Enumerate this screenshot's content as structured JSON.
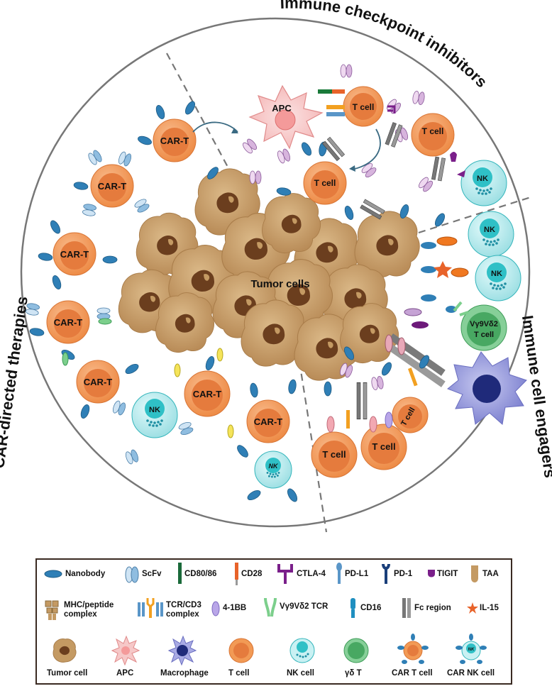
{
  "sections": {
    "checkpoint": "Immune checkpoint inhibitors",
    "car": "CAR-directed therapies",
    "engagers": "Immune cell engagers"
  },
  "center_label": "Tumor cells",
  "cell_labels": {
    "apc": "APC",
    "t_cell": "T cell",
    "car_t": "CAR-T",
    "nk": "NK",
    "gamma_delta_line1": "Vγ9Vδ2",
    "gamma_delta_line2": "T cell"
  },
  "legend": {
    "row1": [
      "Nanobody",
      "ScFv",
      "CD80/86",
      "CD28",
      "CTLA-4",
      "PD-L1",
      "PD-1",
      "TIGIT",
      "TAA"
    ],
    "row2": [
      "MHC/peptide complex",
      "TCR/CD3 complex",
      "4-1BB",
      "Vγ9Vδ2 TCR",
      "CD16",
      "Fc region",
      "IL-15"
    ],
    "row3": [
      "Tumor cell",
      "APC",
      "Macrophage",
      "T cell",
      "NK cell",
      "γδ T",
      "CAR T cell",
      "CAR NK cell"
    ],
    "car_nk_inner": "NK"
  },
  "colors": {
    "tumor": "#c49a63",
    "t_cell": "#f29a55",
    "t_cell_nucleus": "#e0703a",
    "nk": "#b9ecef",
    "nk_nucleus": "#3cc4c9",
    "gd_t": "#76c28a",
    "gd_t_nucleus": "#3e9c58",
    "apc": "#f6c0c0",
    "macrophage": "#8d8fd6",
    "nanobody": "#2f7fb6",
    "checkpoint_purple": "#7a1f8a"
  }
}
